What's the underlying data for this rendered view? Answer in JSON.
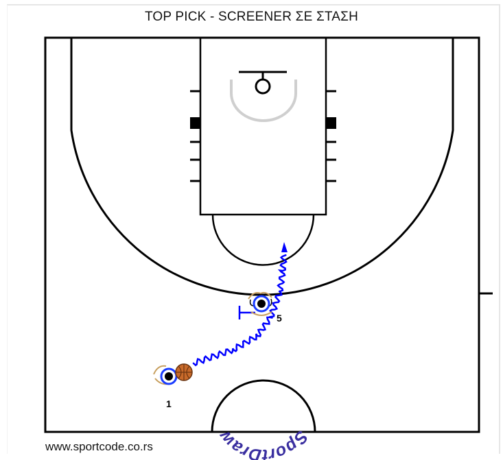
{
  "diagram": {
    "title": "TOP PICK - SCREENER ΣΕ ΣΤΑΣΗ",
    "footer": "www.sportcode.co.rs",
    "logo_text": "SportDraw",
    "players": [
      {
        "id": "player-1",
        "label": "1",
        "has_ball": true
      },
      {
        "id": "player-5",
        "label": "5",
        "has_ball": false
      }
    ],
    "colors": {
      "court_lines": "#000000",
      "path": "#0000ff",
      "player_blue": "#1a3cff",
      "ball": "#c86a2a",
      "logo": "#3a2fa0",
      "rim": "#cccccc"
    }
  }
}
